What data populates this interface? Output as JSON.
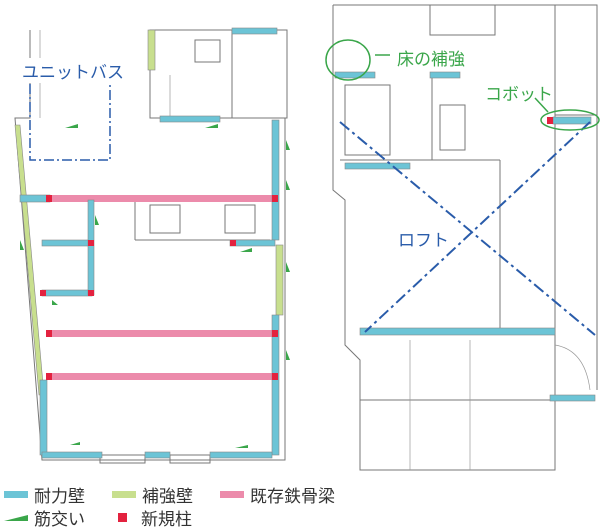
{
  "labels": {
    "unit_bath": "ユニットバス",
    "floor_reinforce": "床の補強",
    "kobot": "コボット",
    "loft": "ロフト"
  },
  "legend": [
    {
      "label": "耐力壁",
      "color": "#6cc4d6"
    },
    {
      "label": "補強壁",
      "color": "#c8df8e"
    },
    {
      "label": "既存鉄骨梁",
      "color": "#ec8bab"
    },
    {
      "label": "筋交い",
      "color": "#3aa64a"
    },
    {
      "label": "新規柱",
      "color": "#e3223f"
    }
  ],
  "colors": {
    "label_blue": "#2a5caa",
    "label_green": "#3aa64a"
  }
}
